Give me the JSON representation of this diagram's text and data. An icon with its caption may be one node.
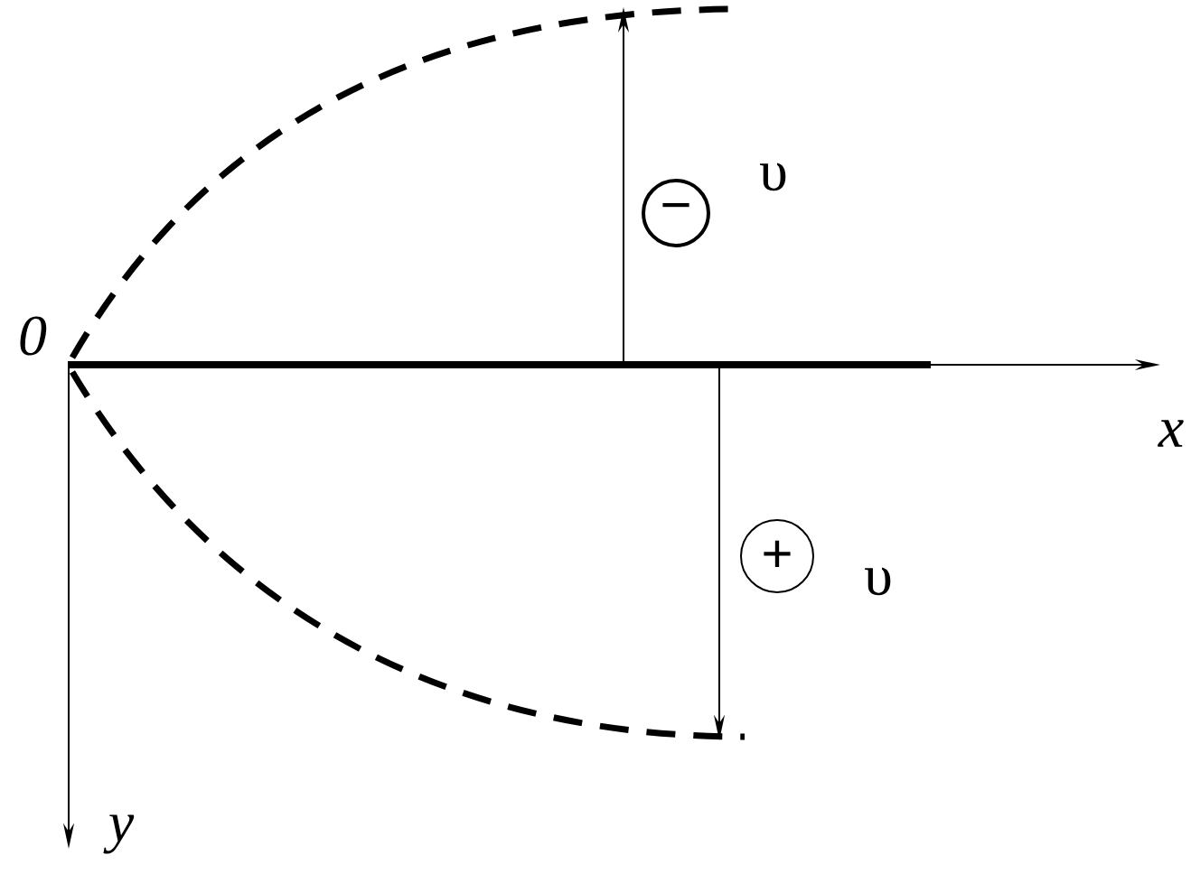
{
  "diagram": {
    "nodes": [
      {
        "text": [
          "−"
        ]
      },
      {
        "text": [
          "+"
        ]
      }
    ],
    "labels": [
      "0",
      "υ",
      "x",
      "υ",
      "y"
    ]
  }
}
